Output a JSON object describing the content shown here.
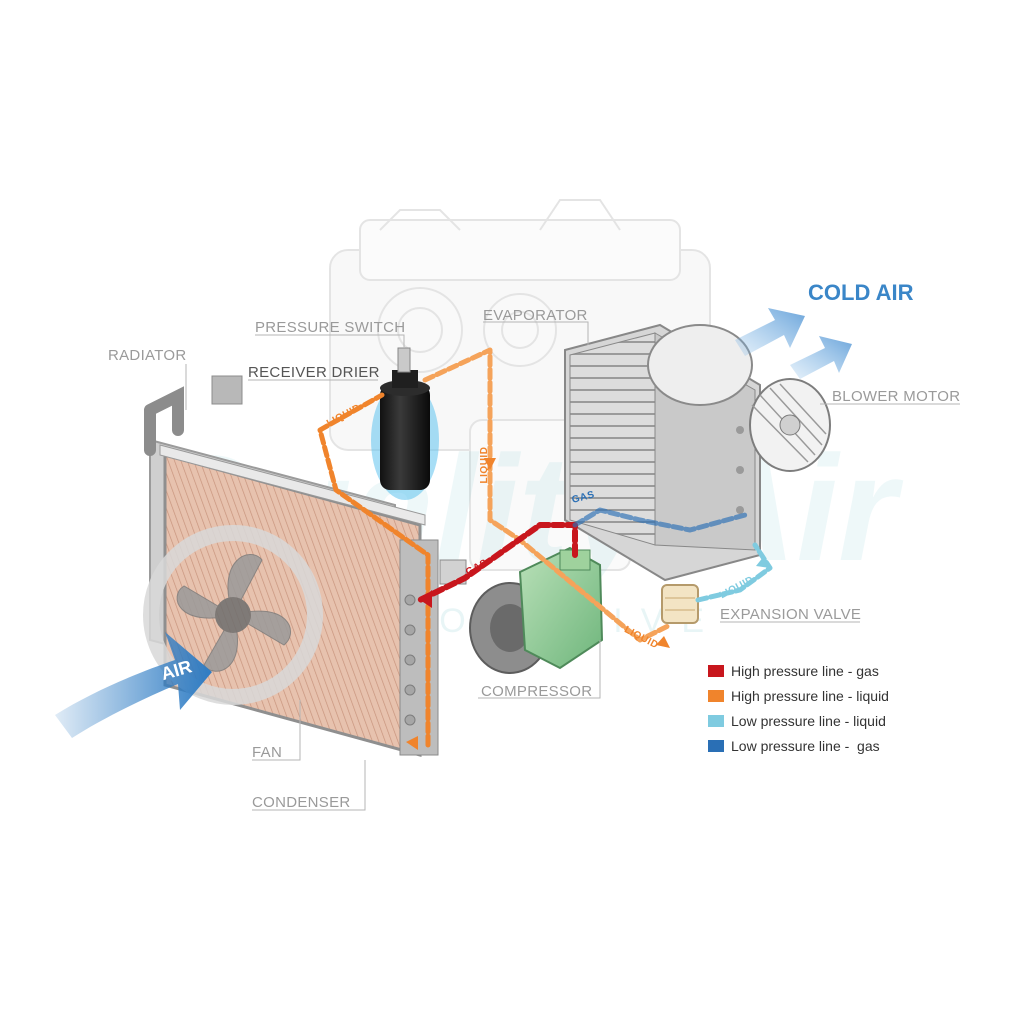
{
  "watermark": {
    "brand": "Quality Air",
    "sub": "AUTOMOTIVE"
  },
  "labels": {
    "radiator": "RADIATOR",
    "pressure_switch": "PRESSURE SWITCH",
    "receiver_drier": "RECEIVER DRIER",
    "evaporator": "EVAPORATOR",
    "blower_motor": "BLOWER MOTOR",
    "expansion_valve": "EXPANSION VALVE",
    "compressor": "COMPRESSOR",
    "fan": "FAN",
    "condenser": "CONDENSER",
    "cold_air": "COLD AIR",
    "air": "AIR"
  },
  "flow_labels": {
    "liquid_top_left": "LIQUID",
    "liquid_vertical": "LIQUID",
    "gas_high": "GAS",
    "gas_low": "GAS",
    "liquid_low": "LIQUID",
    "liquid_compressor": "LIQUID"
  },
  "legend": [
    {
      "label": "High pressure line - gas",
      "color": "#c8161d"
    },
    {
      "label": "High pressure line - liquid",
      "color": "#f0842c"
    },
    {
      "label": "Low pressure line - liquid",
      "color": "#7fcbe0"
    },
    {
      "label": "Low pressure line -  gas",
      "color": "#2a6fb5"
    }
  ],
  "colors": {
    "high_gas": "#c8161d",
    "high_liquid": "#f0842c",
    "low_liquid": "#7fcbe0",
    "low_gas": "#2a6fb5",
    "cold_air": "#3a86c8",
    "air_arrow": "#2e7cc4"
  }
}
